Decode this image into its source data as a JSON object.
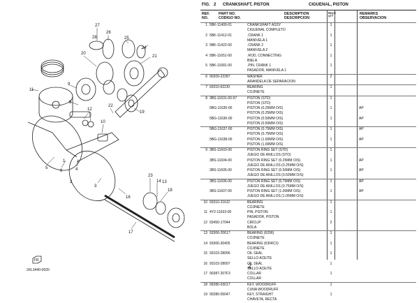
{
  "figure": {
    "fig_label": "FIG.",
    "fig_number": "2",
    "title": "CRANKSHAFT, PISTON",
    "title_es": "CIGUENAL, PISTON"
  },
  "table_header": {
    "ref_no": "REF. NO.",
    "part_no": "PART NO. CODIGO NO.",
    "description": "DESCRIPTION DESCRIPCION",
    "qty": "REQ'D QTY",
    "remarks": "REMARKS OBSERVACION"
  },
  "rows": [
    {
      "ref": "1",
      "code": "5BK-11400-01",
      "desc": "CRANKSHAFT ASSY",
      "qty": "1",
      "rem": "",
      "sep": true
    },
    {
      "ref": "",
      "code": "",
      "desc": "CIGUENAL COMPLETO",
      "qty": "",
      "rem": "",
      "sep": false
    },
    {
      "ref": "2",
      "code": "5BK-11412-01",
      "desc": ".CRANK 1",
      "qty": "1",
      "rem": "",
      "sep": false
    },
    {
      "ref": "",
      "code": "",
      "desc": "MANIVELA 1",
      "qty": "",
      "rem": "",
      "sep": false
    },
    {
      "ref": "3",
      "code": "5BK-11422-00",
      "desc": ".CRANK 2",
      "qty": "1",
      "rem": "",
      "sep": false
    },
    {
      "ref": "",
      "code": "",
      "desc": "MANIVELA 2",
      "qty": "",
      "rem": "",
      "sep": false
    },
    {
      "ref": "4",
      "code": "5BK-11651-00",
      "desc": ".ROD, CONNECTING",
      "qty": "1",
      "rem": "",
      "sep": false
    },
    {
      "ref": "",
      "code": "",
      "desc": "BIELA",
      "qty": "",
      "rem": "",
      "sep": false
    },
    {
      "ref": "5",
      "code": "5BK-11681-00",
      "desc": ".PIN, CRANK 1",
      "qty": "1",
      "rem": "",
      "sep": false
    },
    {
      "ref": "",
      "code": "",
      "desc": "PASADOR, MANIVELA 1",
      "qty": "",
      "rem": "",
      "sep": false
    },
    {
      "ref": "6",
      "code": "90209-22287",
      "desc": "WASHER",
      "qty": "2",
      "rem": "",
      "sep": true
    },
    {
      "ref": "",
      "code": "",
      "desc": "ARANDELA DE SEPARACION",
      "qty": "",
      "rem": "",
      "sep": false
    },
    {
      "ref": "7",
      "code": "93310-622J0",
      "desc": "BEARING",
      "qty": "1",
      "rem": "",
      "sep": true
    },
    {
      "ref": "",
      "code": "",
      "desc": "COJINETE",
      "qty": "",
      "rem": "",
      "sep": false
    },
    {
      "ref": "8",
      "code": "3BS-11631-00-97",
      "desc": "PISTON (STD)",
      "qty": "1",
      "rem": "",
      "sep": true
    },
    {
      "ref": "",
      "code": "",
      "desc": "PISTON (STD)",
      "qty": "",
      "rem": "",
      "sep": false
    },
    {
      "ref": "",
      "code": "5BG-11635-00",
      "desc": "PISTON (0.25MM O/S)",
      "qty": "1",
      "rem": "AP",
      "sep": false
    },
    {
      "ref": "",
      "code": "",
      "desc": "PISTON (0.25MM O/S)",
      "qty": "",
      "rem": "",
      "sep": false
    },
    {
      "ref": "",
      "code": "5BG-11636-00",
      "desc": "PISTON (0.50MM O/S)",
      "qty": "1",
      "rem": "AP",
      "sep": false
    },
    {
      "ref": "",
      "code": "",
      "desc": "PISTON (0.50MM O/S)",
      "qty": "",
      "rem": "",
      "sep": false
    },
    {
      "ref": "",
      "code": "5BG-11637-00",
      "desc": "PISTON (0.75MM O/S)",
      "qty": "1",
      "rem": "AP",
      "sep": true
    },
    {
      "ref": "",
      "code": "",
      "desc": "PISTON (0.75MM O/S)",
      "qty": "",
      "rem": "",
      "sep": false
    },
    {
      "ref": "",
      "code": "5BG-11638-00",
      "desc": "PISTON (1.00MM O/S)",
      "qty": "1",
      "rem": "AP",
      "sep": false
    },
    {
      "ref": "",
      "code": "",
      "desc": "PISTON (1.00MM O/S)",
      "qty": "",
      "rem": "",
      "sep": false
    },
    {
      "ref": "9",
      "code": "3BS-11603-00",
      "desc": "PISTON RING SET (STD)",
      "qty": "1",
      "rem": "",
      "sep": true
    },
    {
      "ref": "",
      "code": "",
      "desc": "JUEGO DE ANILLOS (STD)",
      "qty": "",
      "rem": "",
      "sep": false
    },
    {
      "ref": "",
      "code": "3BS-11604-00",
      "desc": "PISTON RING SET (0.25MM O/S)",
      "qty": "1",
      "rem": "AP",
      "sep": false
    },
    {
      "ref": "",
      "code": "",
      "desc": "JUEGO DE ANILLOS (0.25MM O/S)",
      "qty": "",
      "rem": "",
      "sep": false
    },
    {
      "ref": "",
      "code": "3BS-11605-00",
      "desc": "PISTON RING SET (0.50MM O/S)",
      "qty": "1",
      "rem": "AP",
      "sep": false
    },
    {
      "ref": "",
      "code": "",
      "desc": "JUEGO DE ANILLOS (0.50MM O/S)",
      "qty": "",
      "rem": "",
      "sep": false
    },
    {
      "ref": "",
      "code": "3BS-11606-00",
      "desc": "PISTON RING SET (0.75MM O/S)",
      "qty": "1",
      "rem": "AP",
      "sep": true
    },
    {
      "ref": "",
      "code": "",
      "desc": "JUEGO DE ANILLOS (0.75MM O/S)",
      "qty": "",
      "rem": "",
      "sep": false
    },
    {
      "ref": "",
      "code": "3BS-11607-00",
      "desc": "PISTON RING SET (1.00MM O/S)",
      "qty": "1",
      "rem": "AP",
      "sep": false
    },
    {
      "ref": "",
      "code": "",
      "desc": "JUEGO DE ANILLOS (1.00MM O/S)",
      "qty": "",
      "rem": "",
      "sep": false
    },
    {
      "ref": "10",
      "code": "93310-216J2",
      "desc": "BEARING",
      "qty": "1",
      "rem": "",
      "sep": true
    },
    {
      "ref": "",
      "code": "",
      "desc": "COJINETE",
      "qty": "",
      "rem": "",
      "sep": false
    },
    {
      "ref": "11",
      "code": "4Y2-11633-00",
      "desc": "PIN, PISTON",
      "qty": "1",
      "rem": "",
      "sep": false
    },
    {
      "ref": "",
      "code": "",
      "desc": "PASADOR, PISTON",
      "qty": "",
      "rem": "",
      "sep": false
    },
    {
      "ref": "12",
      "code": "93450-17044",
      "desc": "CIRCLIP",
      "qty": "2",
      "rem": "",
      "sep": false
    },
    {
      "ref": "",
      "code": "",
      "desc": "BOLA",
      "qty": "",
      "rem": "",
      "sep": false
    },
    {
      "ref": "13",
      "code": "93306-20617",
      "desc": "BEARING (6206)",
      "qty": "1",
      "rem": "",
      "sep": true
    },
    {
      "ref": "",
      "code": "",
      "desc": "COJINETE",
      "qty": "",
      "rem": "",
      "sep": false
    },
    {
      "ref": "14",
      "code": "93306-30405",
      "desc": "BEARING (6304C3)",
      "qty": "1",
      "rem": "",
      "sep": false
    },
    {
      "ref": "",
      "code": "",
      "desc": "COJINETE",
      "qty": "",
      "rem": "",
      "sep": false
    },
    {
      "ref": "15",
      "code": "93103-28096",
      "desc": "OIL SEAL",
      "qty": "1",
      "rem": "",
      "sep": false
    },
    {
      "ref": "",
      "code": "",
      "desc": "SELLO ACEITE",
      "qty": "",
      "rem": "",
      "sep": false
    },
    {
      "ref": "16",
      "code": "93103-28097",
      "desc": "OIL SEAL",
      "qty": "1",
      "rem": "",
      "sep": false
    },
    {
      "ref": "",
      "code": "",
      "desc": "SELLO ACEITE",
      "qty": "",
      "rem": "",
      "sep": false
    },
    {
      "ref": "17",
      "code": "90387-207F3",
      "desc": "COLLAR",
      "qty": "1",
      "rem": "",
      "sep": false
    },
    {
      "ref": "",
      "code": "",
      "desc": "COLLAR",
      "qty": "",
      "rem": "",
      "sep": false
    },
    {
      "ref": "18",
      "code": "99280-03017",
      "desc": "KEY, WOODRUFF",
      "qty": "1",
      "rem": "",
      "sep": true
    },
    {
      "ref": "",
      "code": "",
      "desc": "CUNA WOODRUFF",
      "qty": "",
      "rem": "",
      "sep": false
    },
    {
      "ref": "19",
      "code": "90280-05047",
      "desc": "KEY, STRAIGHT",
      "qty": "1",
      "rem": "",
      "sep": false
    },
    {
      "ref": "",
      "code": "",
      "desc": "CHAVETA, RECTA",
      "qty": "",
      "rem": "",
      "sep": false
    }
  ],
  "diagram": {
    "callouts": [
      "27",
      "26",
      "28",
      "20",
      "25",
      "24",
      "21",
      "9",
      "8",
      "11",
      "12",
      "10",
      "22",
      "19",
      "23",
      "5",
      "6",
      "18",
      "14",
      "4",
      "3",
      "16",
      "2",
      "1",
      "13",
      "17"
    ],
    "diagram_code": "3XL3440-0020",
    "front_label": "FR"
  },
  "page_number": "2"
}
